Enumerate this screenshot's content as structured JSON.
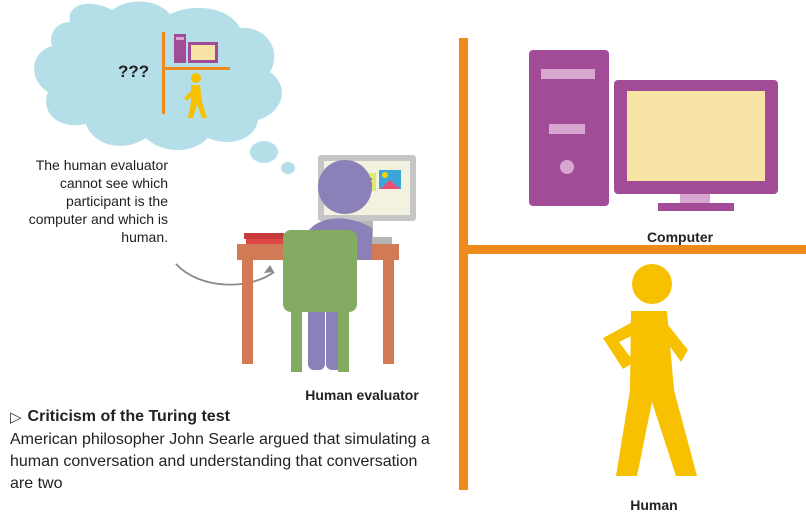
{
  "thought_bubble": {
    "question": "???"
  },
  "annotation": {
    "text": "The human evaluator cannot see which participant is the computer and which is human."
  },
  "labels": {
    "human_evaluator": "Human evaluator",
    "computer": "Computer",
    "human": "Human"
  },
  "criticism": {
    "marker": "▷",
    "title": "Criticism of the Turing test",
    "body": "American philosopher John Searle argued that simulating a human conversation and understanding that conversation are two"
  },
  "colors": {
    "bubble": "#b5dfe8",
    "divider": "#ef8a1c",
    "computer_purple": "#a24c98",
    "screen_fill": "#f7e3a6",
    "human_yellow": "#f7c000",
    "evaluator_body": "#8c80b9",
    "chair_green": "#84ab62",
    "desk": "#d17a55",
    "monitor_gray": "#c6c6c6"
  }
}
